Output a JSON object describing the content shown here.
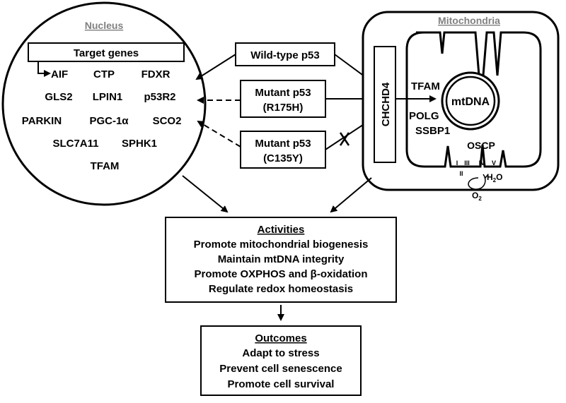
{
  "nucleus": {
    "title": "Nucleus",
    "target_genes_label": "Target genes",
    "genes": [
      "AIF",
      "CTP",
      "FDXR",
      "GLS2",
      "LPIN1",
      "p53R2",
      "PARKIN",
      "PGC-1α",
      "SCO2",
      "SLC7A11",
      "SPHK1",
      "TFAM"
    ]
  },
  "p53": {
    "wild_type": "Wild-type p53",
    "mutant1_line1": "Mutant p53",
    "mutant1_line2": "(R175H)",
    "mutant2_line1": "Mutant p53",
    "mutant2_line2": "(C135Y)"
  },
  "mitochondria": {
    "title": "Mitochondria",
    "chchd4": "CHCHD4",
    "tfam": "TFAM",
    "mtdna": "mtDNA",
    "polg": "POLG",
    "ssbp1": "SSBP1",
    "oscp": "OSCP",
    "complexes": [
      "I",
      "III",
      "IV",
      "V"
    ],
    "complex2": "II",
    "h2o_h": "H",
    "h2o_2": "2",
    "h2o_o": "O",
    "o2_o": "O",
    "o2_2": "2"
  },
  "activities": {
    "heading": "Activities",
    "items": [
      "Promote mitochondrial biogenesis",
      "Maintain mtDNA integrity",
      "Promote OXPHOS and β-oxidation",
      "Regulate redox homeostasis"
    ]
  },
  "outcomes": {
    "heading": "Outcomes",
    "items": [
      "Adapt to stress",
      "Prevent cell senescence",
      "Promote cell survival"
    ]
  }
}
